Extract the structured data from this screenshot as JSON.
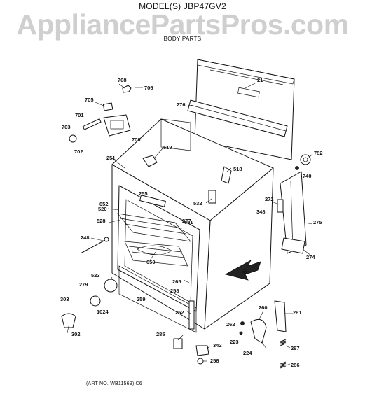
{
  "header": {
    "model_line": "MODEL(S) JBP47GV2",
    "watermark": "AppliancePartsPros.com",
    "subtitle": "BODY PARTS"
  },
  "footer": {
    "art_number": "(ART NO. WB11569) C6"
  },
  "callouts": [
    "708",
    "706",
    "705",
    "701",
    "703",
    "709",
    "702",
    "21",
    "276",
    "519",
    "782",
    "740",
    "251",
    "518",
    "255",
    "532",
    "272",
    "348",
    "652",
    "520",
    "651",
    "277",
    "528",
    "275",
    "248",
    "650",
    "274",
    "521",
    "523",
    "265",
    "279",
    "258",
    "303",
    "259",
    "1024",
    "252",
    "260",
    "261",
    "302",
    "262",
    "223",
    "285",
    "342",
    "224",
    "267",
    "256",
    "266"
  ]
}
